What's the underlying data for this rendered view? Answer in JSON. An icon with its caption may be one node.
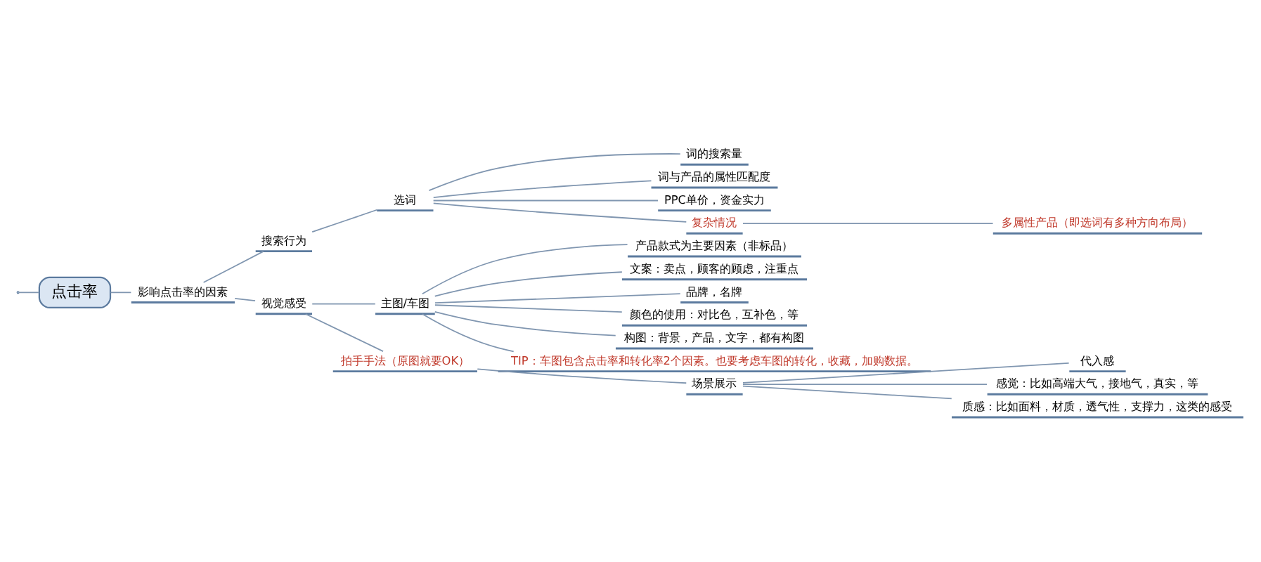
{
  "diagram": {
    "nodes": [
      {
        "text": [
          "点击率"
        ]
      },
      {
        "text": [
          "影响点击率的因素"
        ]
      },
      {
        "text": [
          "搜索行为"
        ]
      },
      {
        "text": [
          "选词"
        ]
      },
      {
        "text": [
          "词的搜索量"
        ]
      },
      {
        "text": [
          "词与产品的属性匹配度"
        ]
      },
      {
        "text": [
          "PPC单价，资金实力"
        ]
      },
      {
        "text": [
          "复杂情况"
        ]
      },
      {
        "text": [
          "多属性产品（即选词有多种方向布局）"
        ]
      },
      {
        "text": [
          "视觉感受"
        ]
      },
      {
        "text": [
          "主图/车图"
        ]
      },
      {
        "text": [
          "产品款式为主要因素（非标品）"
        ]
      },
      {
        "text": [
          "文案：卖点，顾客的顾虑，注重点"
        ]
      },
      {
        "text": [
          "品牌，名牌"
        ]
      },
      {
        "text": [
          "颜色的使用：对比色，互补色，等"
        ]
      },
      {
        "text": [
          "构图：背景，产品，文字，都有构图"
        ]
      },
      {
        "text": [
          "TIP：车图包含点击率和转化率2个因素。也要考虑车图的转化，收藏，加购数据。"
        ]
      },
      {
        "text": [
          "拍手手法（原图就要OK）"
        ]
      },
      {
        "text": [
          "场景展示"
        ]
      },
      {
        "text": [
          "代入感"
        ]
      },
      {
        "text": [
          "感觉：比如高端大气，接地气，真实，等"
        ]
      },
      {
        "text": [
          "质感：比如面料，材质，透气性，支撑力，这类的感受"
        ]
      }
    ],
    "edges": [
      {
        "from": null,
        "to": 0,
        "arrow": "none"
      },
      {
        "from": 0,
        "to": 1,
        "arrow": "none"
      },
      {
        "from": 1,
        "to": 2,
        "arrow": "none"
      },
      {
        "from": 1,
        "to": 9,
        "arrow": "none"
      },
      {
        "from": 2,
        "to": 3,
        "arrow": "none"
      },
      {
        "from": 3,
        "to": 4,
        "arrow": "none"
      },
      {
        "from": 3,
        "to": 5,
        "arrow": "none"
      },
      {
        "from": 3,
        "to": 6,
        "arrow": "none"
      },
      {
        "from": 3,
        "to": 7,
        "arrow": "none"
      },
      {
        "from": 7,
        "to": 8,
        "arrow": "none"
      },
      {
        "from": 9,
        "to": 10,
        "arrow": "none"
      },
      {
        "from": 9,
        "to": 17,
        "arrow": "none"
      },
      {
        "from": 10,
        "to": 11,
        "arrow": "none"
      },
      {
        "from": 10,
        "to": 12,
        "arrow": "none"
      },
      {
        "from": 10,
        "to": 13,
        "arrow": "none"
      },
      {
        "from": 10,
        "to": 14,
        "arrow": "none"
      },
      {
        "from": 10,
        "to": 15,
        "arrow": "none"
      },
      {
        "from": 10,
        "to": 16,
        "arrow": "none"
      },
      {
        "from": 17,
        "to": 18,
        "arrow": "none"
      },
      {
        "from": 18,
        "to": 19,
        "arrow": "none"
      },
      {
        "from": 18,
        "to": 20,
        "arrow": "none"
      },
      {
        "from": 18,
        "to": 21,
        "arrow": "none"
      }
    ]
  }
}
